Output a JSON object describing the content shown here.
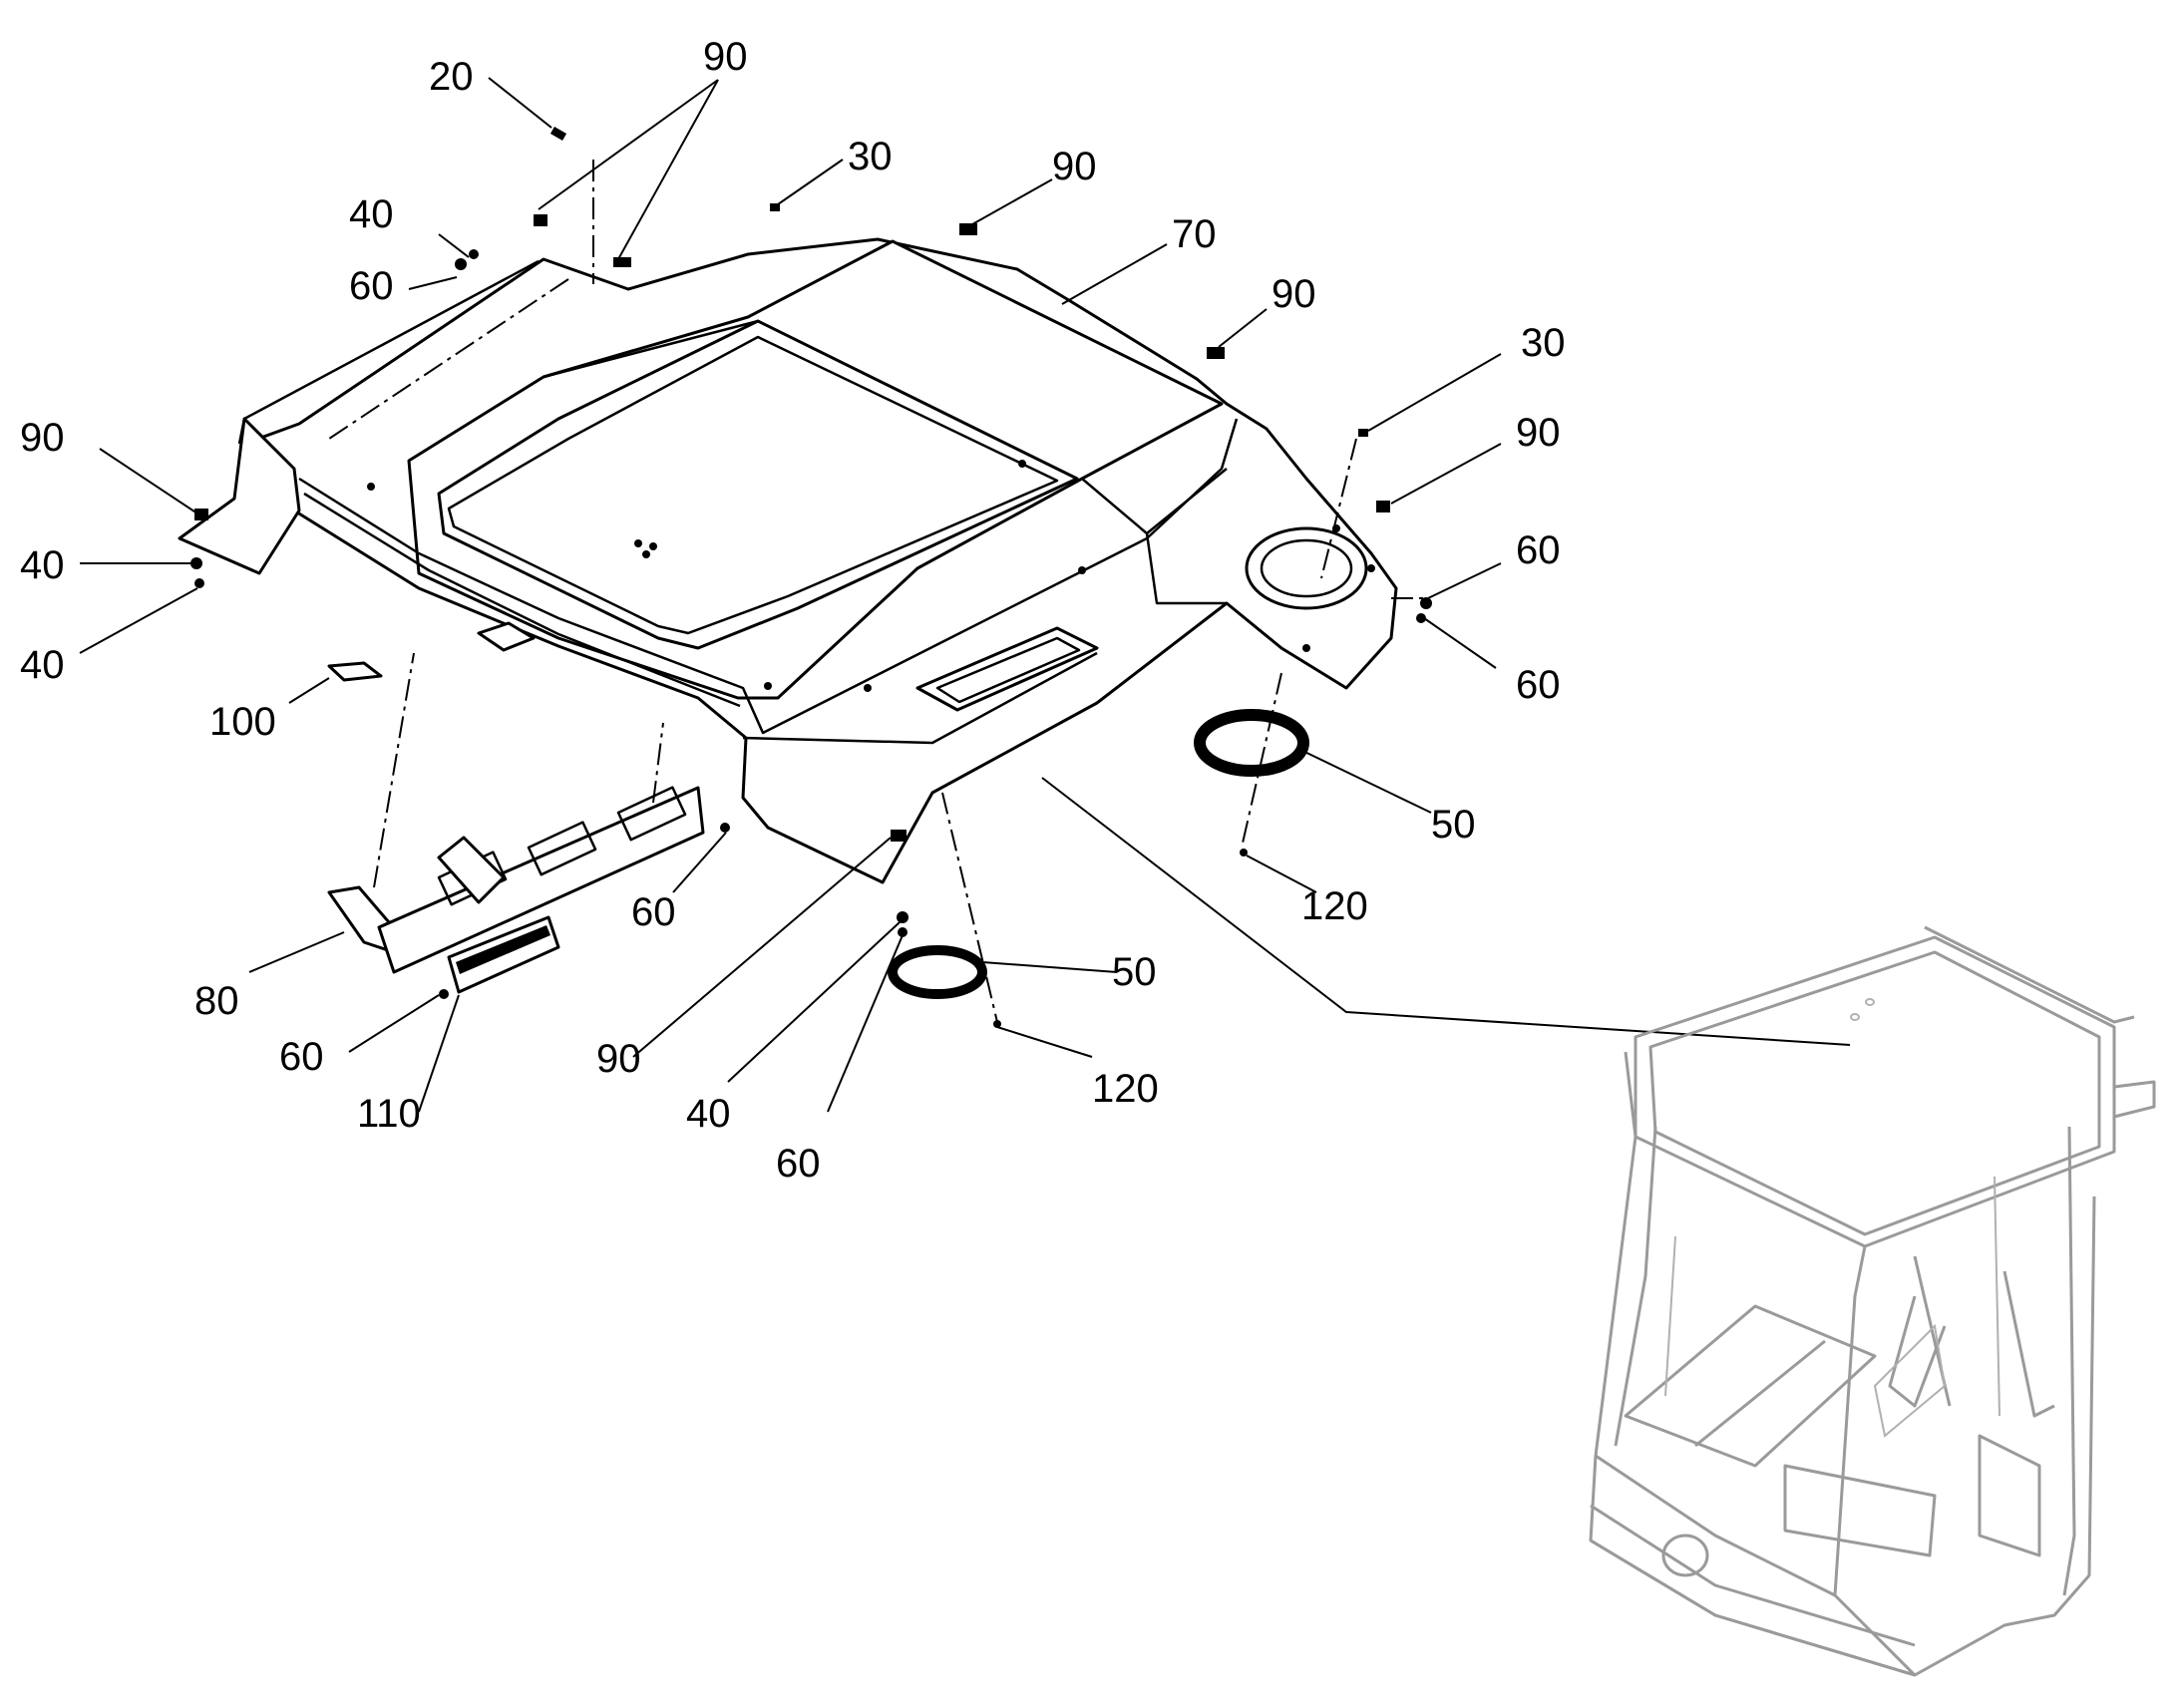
{
  "callouts": [
    {
      "id": "c20",
      "text": "20"
    },
    {
      "id": "c90a",
      "text": "90"
    },
    {
      "id": "c30a",
      "text": "30"
    },
    {
      "id": "c90b",
      "text": "90"
    },
    {
      "id": "c70",
      "text": "70"
    },
    {
      "id": "c40a",
      "text": "40"
    },
    {
      "id": "c60a",
      "text": "60"
    },
    {
      "id": "c90c",
      "text": "90"
    },
    {
      "id": "c30b",
      "text": "30"
    },
    {
      "id": "c90d",
      "text": "90"
    },
    {
      "id": "c90e",
      "text": "90"
    },
    {
      "id": "c40b",
      "text": "40"
    },
    {
      "id": "c60b",
      "text": "60"
    },
    {
      "id": "c40c",
      "text": "40"
    },
    {
      "id": "c60c",
      "text": "60"
    },
    {
      "id": "c100",
      "text": "100"
    },
    {
      "id": "c50a",
      "text": "50"
    },
    {
      "id": "c60d",
      "text": "60"
    },
    {
      "id": "c120a",
      "text": "120"
    },
    {
      "id": "c80",
      "text": "80"
    },
    {
      "id": "c50b",
      "text": "50"
    },
    {
      "id": "c60e",
      "text": "60"
    },
    {
      "id": "c90f",
      "text": "90"
    },
    {
      "id": "c120b",
      "text": "120"
    },
    {
      "id": "c110",
      "text": "110"
    },
    {
      "id": "c40d",
      "text": "40"
    },
    {
      "id": "c60f",
      "text": "60"
    }
  ]
}
